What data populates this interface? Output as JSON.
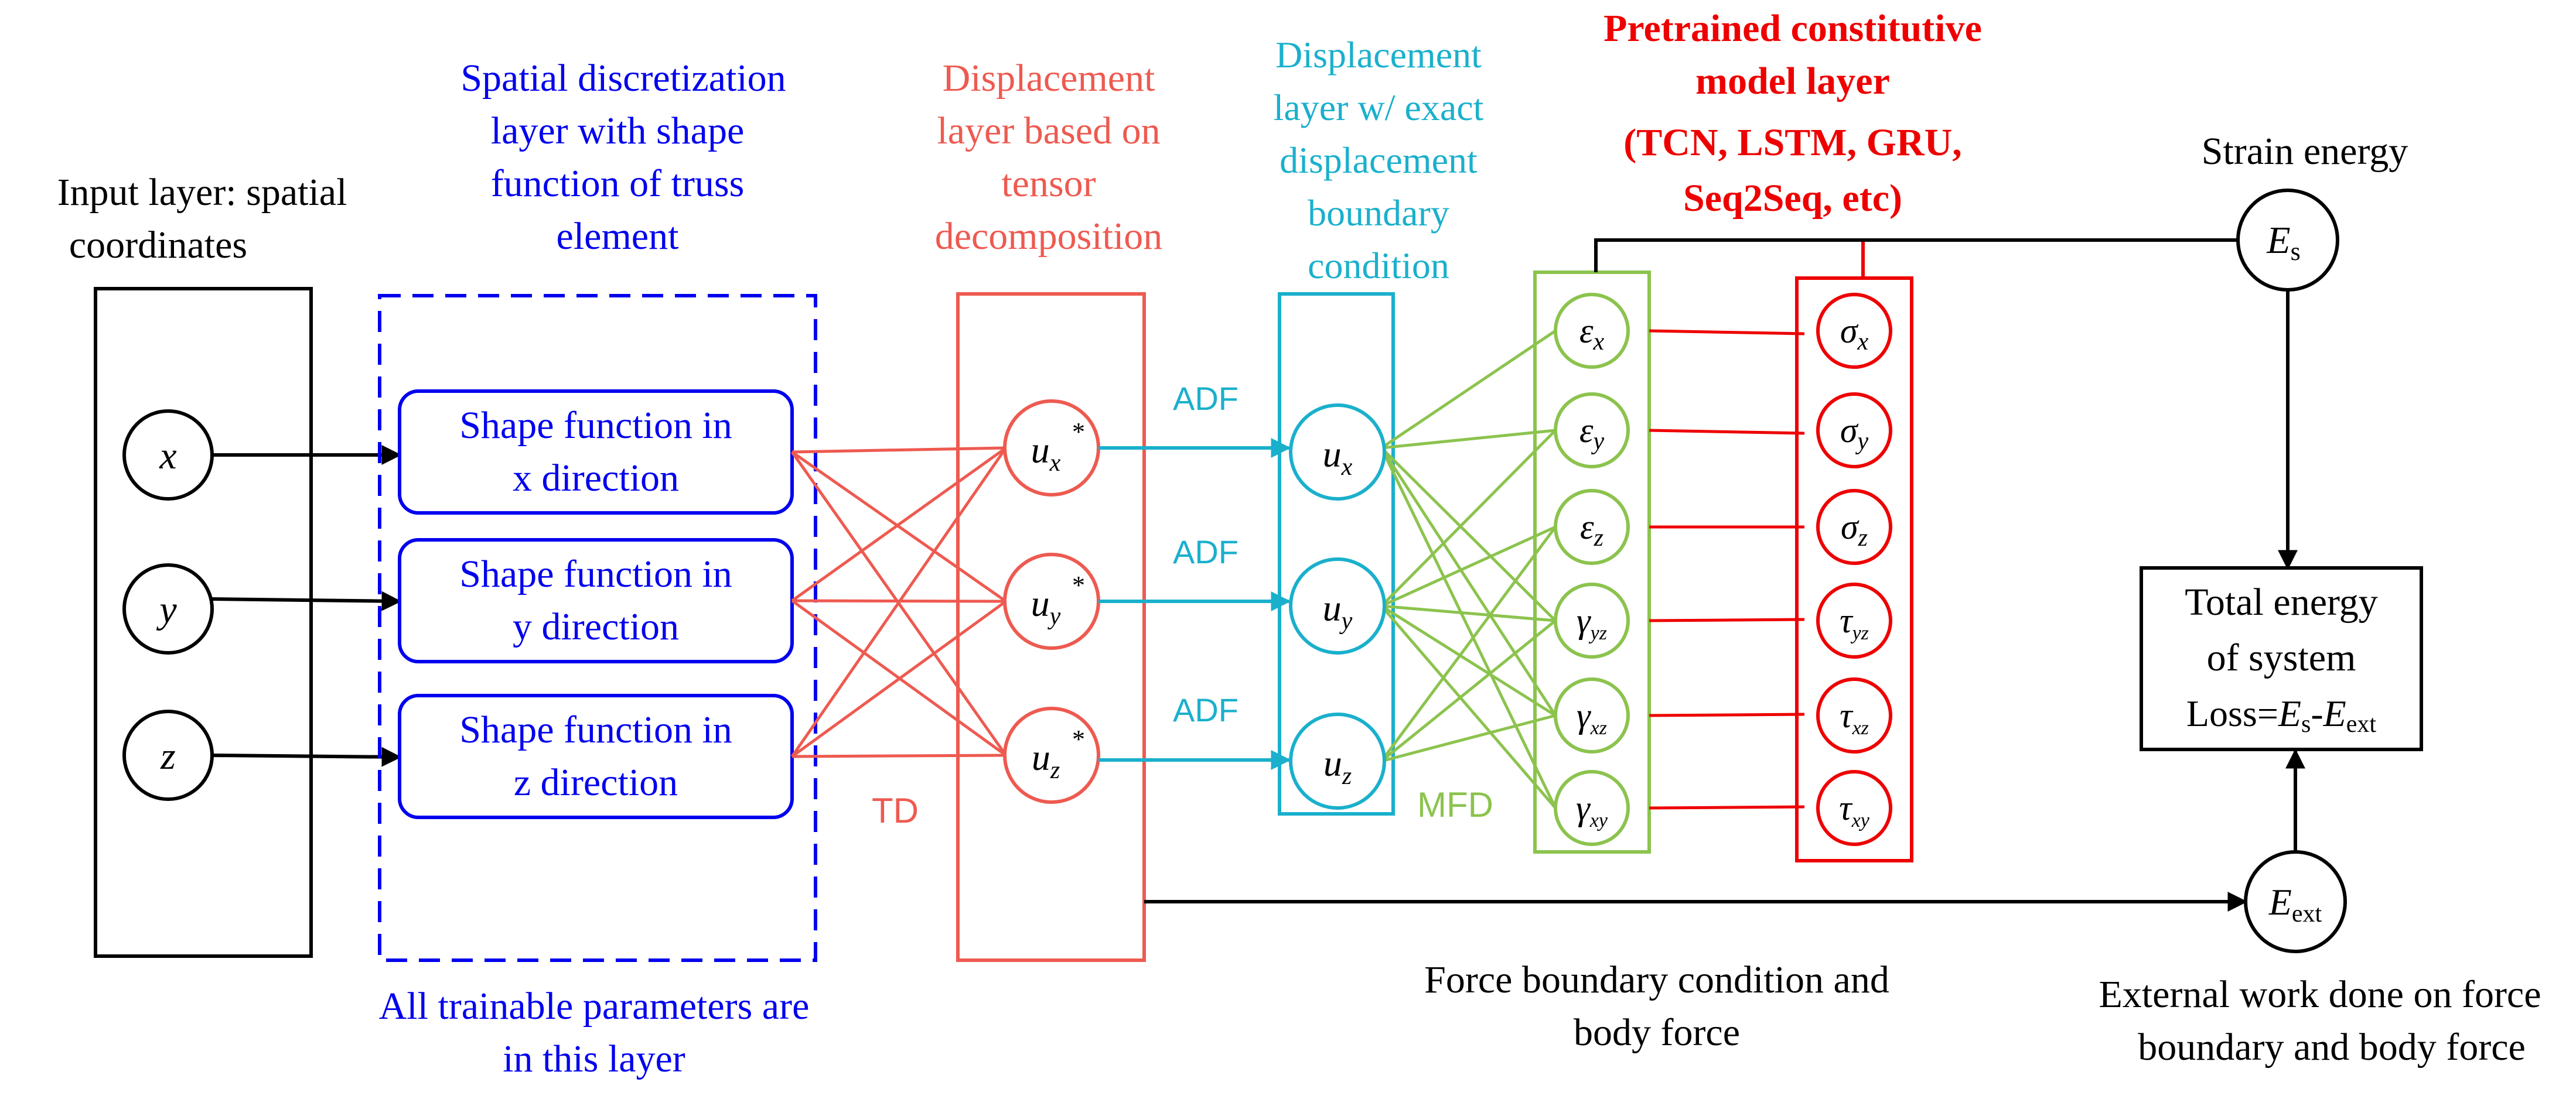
{
  "colors": {
    "black": "#000000",
    "blue": "#0000ee",
    "salmon": "#ee5a50",
    "cyan": "#1ab0cc",
    "green": "#8cc34e",
    "red": "#ee0000"
  },
  "input_layer": {
    "title": [
      "Input layer: spatial",
      "coordinates"
    ],
    "nodes": [
      "x",
      "y",
      "z"
    ]
  },
  "spatial_layer": {
    "title": [
      "Spatial discretization",
      "layer with shape",
      "function of truss",
      "element"
    ],
    "boxes": [
      [
        "Shape function in",
        "x direction"
      ],
      [
        "Shape function in",
        "y direction"
      ],
      [
        "Shape function in",
        "z direction"
      ]
    ],
    "note": [
      "All trainable parameters are",
      "in this layer"
    ]
  },
  "td_layer": {
    "title": [
      "Displacement",
      "layer based on",
      "tensor",
      "decomposition"
    ],
    "nodes": [
      {
        "base": "u",
        "sub": "x",
        "sup": "*"
      },
      {
        "base": "u",
        "sub": "y",
        "sup": "*"
      },
      {
        "base": "u",
        "sub": "z",
        "sup": "*"
      }
    ],
    "edge_label": "TD"
  },
  "exact_layer": {
    "title": [
      "Displacement",
      "layer w/ exact",
      "displacement",
      "boundary",
      "condition"
    ],
    "nodes": [
      {
        "base": "u",
        "sub": "x"
      },
      {
        "base": "u",
        "sub": "y"
      },
      {
        "base": "u",
        "sub": "z"
      }
    ],
    "edge_labels": [
      "ADF",
      "ADF",
      "ADF"
    ]
  },
  "strain_layer": {
    "nodes": [
      {
        "base": "ε",
        "sub": "x"
      },
      {
        "base": "ε",
        "sub": "y"
      },
      {
        "base": "ε",
        "sub": "z"
      },
      {
        "base": "γ",
        "sub": "yz"
      },
      {
        "base": "γ",
        "sub": "xz"
      },
      {
        "base": "γ",
        "sub": "xy"
      }
    ],
    "edge_label": "MFD"
  },
  "constitutive_layer": {
    "title": [
      "Pretrained constitutive",
      "model layer",
      "(TCN, LSTM, GRU,",
      "Seq2Seq, etc)"
    ],
    "nodes": [
      {
        "base": "σ",
        "sub": "x"
      },
      {
        "base": "σ",
        "sub": "y"
      },
      {
        "base": "σ",
        "sub": "z"
      },
      {
        "base": "τ",
        "sub": "yz"
      },
      {
        "base": "τ",
        "sub": "xz"
      },
      {
        "base": "τ",
        "sub": "xy"
      }
    ]
  },
  "energy": {
    "strain_label": "Strain energy",
    "strain_node": {
      "base": "E",
      "sub": "s"
    },
    "ext_node": {
      "base": "E",
      "sub": "ext"
    },
    "total_box": {
      "line1": "Total energy",
      "line2": "of system",
      "loss_prefix": "Loss=",
      "loss_e1": "E",
      "loss_s1": "s",
      "loss_minus": "-",
      "loss_e2": "E",
      "loss_s2": "ext"
    },
    "ext_label": [
      "External work done on force",
      "boundary and body force"
    ],
    "force_label": [
      "Force boundary condition and",
      "body force"
    ]
  }
}
